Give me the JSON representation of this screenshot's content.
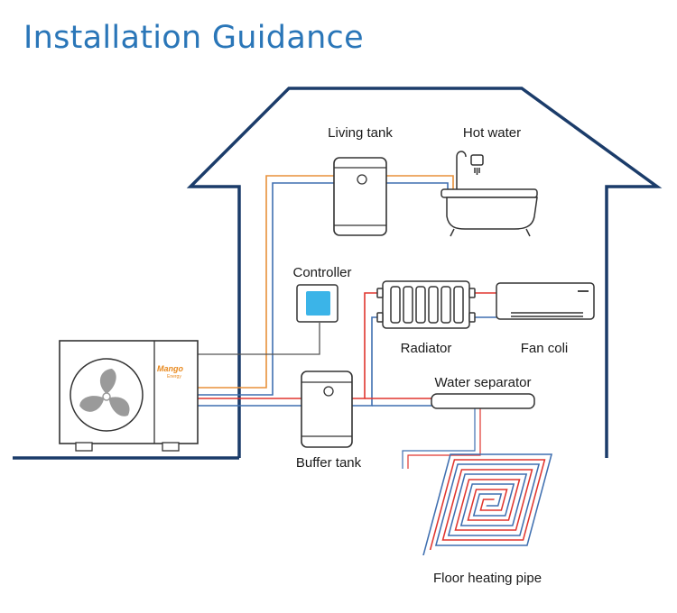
{
  "title": "Installation Guidance",
  "brand": {
    "line1": "Mango",
    "line2": "Energy"
  },
  "labels": {
    "living_tank": "Living tank",
    "hot_water": "Hot water",
    "controller": "Controller",
    "radiator": "Radiator",
    "fan_coil": "Fan coli",
    "water_separator": "Water separator",
    "buffer_tank": "Buffer tank",
    "floor_heating": "Floor heating pipe"
  },
  "colors": {
    "title": "#2a76b8",
    "house_outline": "#1b3c6a",
    "hot_pipe": "#e0352e",
    "cold_pipe": "#3f6fb0",
    "dhw_pipe": "#e8913a",
    "controller_screen": "#3bb4e8",
    "brand": "#e8891e"
  }
}
